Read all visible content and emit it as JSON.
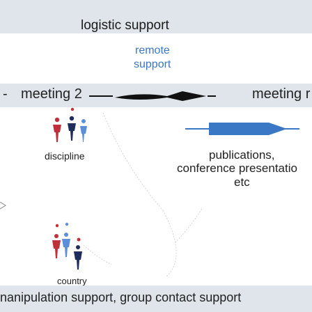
{
  "top_band": {
    "label": "logistic support"
  },
  "remote": {
    "line1": "remote",
    "line2": "support"
  },
  "meeting_band": {
    "left_dash": "-",
    "left": "meeting 2",
    "right": "meeting r"
  },
  "groups": {
    "discipline": "discipline",
    "country": "country",
    "outputs": {
      "line1": "publications,",
      "line2": "conference presentatio",
      "line3": "etc"
    }
  },
  "bottom_band": {
    "label": "nanipulation support, group contact support"
  },
  "colors": {
    "band": "#dfe5ea",
    "accent_blue": "#3a78c6",
    "people_red": "#c0303a",
    "people_navy": "#1f2d5c",
    "people_blue": "#5b8fd8"
  }
}
